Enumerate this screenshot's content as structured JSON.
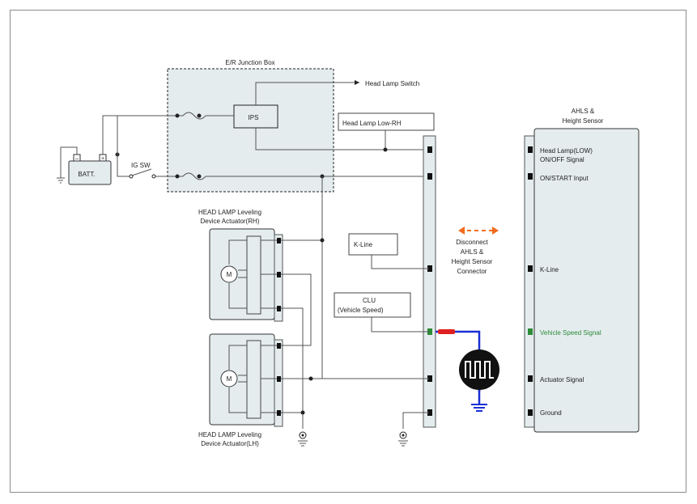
{
  "junction_box": {
    "title": "E/R Junction Box",
    "ips": "IPS",
    "head_lamp_switch": "Head Lamp Switch",
    "head_lamp_low_rh": "Head Lamp Low-RH"
  },
  "battery": {
    "label": "BATT.",
    "neg": "–",
    "pos": "+"
  },
  "ig_sw": "IG SW",
  "actuator_rh": {
    "line1": "HEAD LAMP Leveling",
    "line2": "Device Actuator(RH)",
    "motor": "M"
  },
  "actuator_lh": {
    "line1": "HEAD LAMP Leveling",
    "line2": "Device Actuator(LH)",
    "motor": "M"
  },
  "kline_box": "K-Line",
  "clu": {
    "line1": "CLU",
    "line2": "(Vehicle Speed)"
  },
  "disconnect": {
    "line1": "Disconnect",
    "line2": "AHLS &",
    "line3": "Height Sensor",
    "line4": "Connector"
  },
  "ahls": {
    "title1": "AHLS &",
    "title2": "Height Sensor",
    "pins": {
      "headlamp_low_1": "Head Lamp(LOW)",
      "headlamp_low_2": "ON/OFF Signal",
      "on_start": "ON/START Input",
      "kline": "K-Line",
      "vehicle_speed": "Vehicle Speed Signal",
      "actuator": "Actuator Signal",
      "ground": "Ground"
    }
  },
  "colors": {
    "vehicle_speed_label": "#2e8b3a",
    "arrow": "#f26b1d",
    "probe_blue": "#1a2fd6",
    "probe_red": "#e02020",
    "box_fill": "#e4ecee"
  }
}
